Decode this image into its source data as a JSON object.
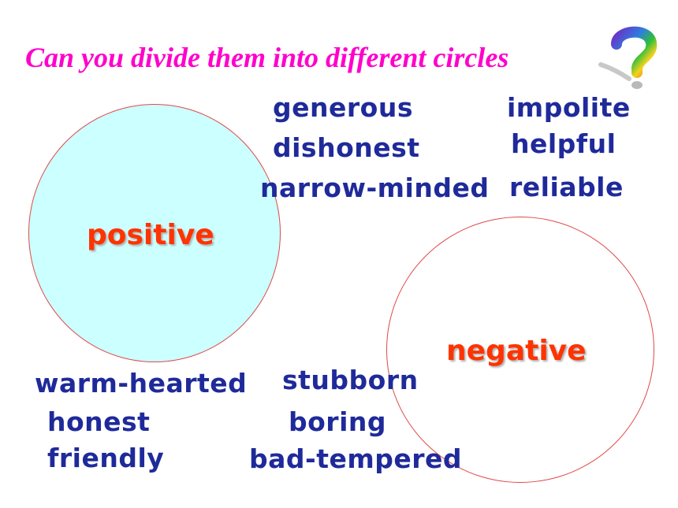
{
  "title": "Can you divide them into different circles",
  "labels": {
    "positive": "positive",
    "negative": "negative"
  },
  "words": {
    "generous": "generous",
    "impolite": "impolite",
    "dishonest": "dishonest",
    "helpful": "helpful",
    "narrow_minded": "narrow-minded",
    "reliable": "reliable",
    "warm_hearted": "warm-hearted",
    "stubborn": "stubborn",
    "honest": "honest",
    "boring": "boring",
    "friendly": "friendly",
    "bad_tempered": "bad-tempered"
  },
  "colors": {
    "title": "#ff00cc",
    "words": "#1f2a9a",
    "labels": "#ff3300",
    "positive_fill": "#ccffff",
    "circle_border": "#e04848"
  },
  "icons": {
    "question": "question-mark-icon"
  }
}
